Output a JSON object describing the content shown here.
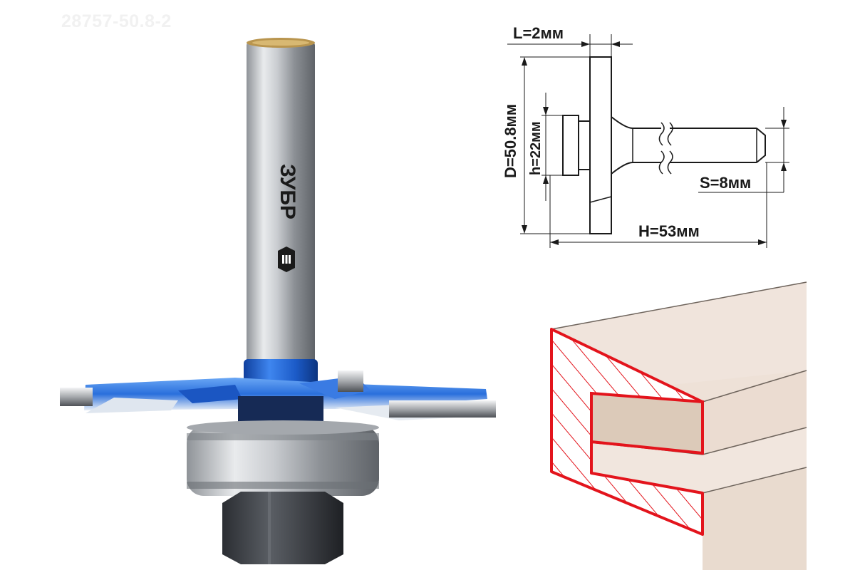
{
  "sku": "28757-50.8-2",
  "brand": {
    "wordmark": "ЗУБР",
    "colors": {
      "blue": "#1f5fd0",
      "red": "#e3141c"
    }
  },
  "dimensions": {
    "L": "L=2мм",
    "D": "D=50.8мм",
    "h": "h=22мм",
    "S": "S=8мм",
    "H": "H=53мм"
  },
  "illustration": {
    "profile": "t-slot-groove",
    "icon": "bearing-slot-cutter"
  }
}
